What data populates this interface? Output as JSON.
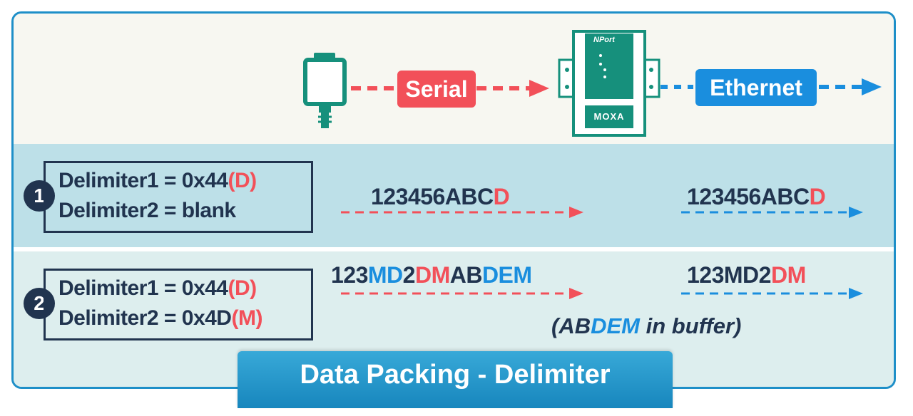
{
  "colors": {
    "border": "#1e8fc8",
    "serial": "#f25059",
    "ethernet": "#1a8ede",
    "text": "#21344f",
    "device": "#16907c"
  },
  "icons": {
    "connector": "serial-connector-icon",
    "device": "nport-device-icon"
  },
  "diagram": {
    "serial_label": "Serial",
    "ethernet_label": "Ethernet",
    "device_brand": "MOXA",
    "device_model": "NPort"
  },
  "rows": [
    {
      "number": "1",
      "delim1_prefix": "Delimiter1 = 0x44",
      "delim1_char": "(D)",
      "delim2_prefix": "Delimiter2 = blank",
      "delim2_char": "",
      "input_plain": "123456ABC",
      "input_red": "D",
      "output_plain": "123456ABC",
      "output_red": "D"
    },
    {
      "number": "2",
      "delim1_prefix": "Delimiter1 = 0x44",
      "delim1_char": "(D)",
      "delim2_prefix": "Delimiter2 = 0x4D",
      "delim2_char": "(M)",
      "input_segments": [
        "123",
        "M",
        "D",
        "2",
        "DM",
        "AB",
        "D",
        "E",
        "M"
      ],
      "output_plain": "123MD2",
      "output_red": "DM",
      "buffer_open": "(AB",
      "buffer_d": "D",
      "buffer_em": "EM",
      "buffer_close": " in buffer)"
    }
  ],
  "title": "Data Packing - Delimiter"
}
